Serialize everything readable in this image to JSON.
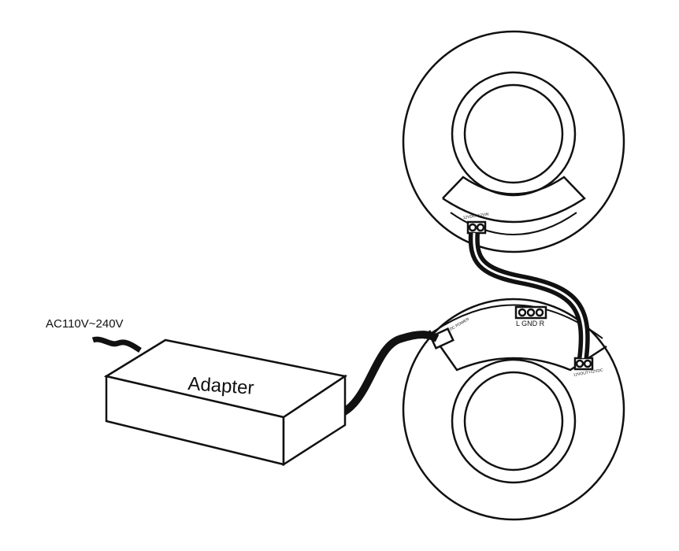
{
  "input_label": "AC110V~240V",
  "adapter_label": "Adapter",
  "top_terminal_label": "12VDC+12VIN",
  "bottom_terminal_power_label": "DC POWER",
  "bottom_terminal_out_label": "12VOUT+12VDC",
  "bottom_terminal_signal_label": "L GND R",
  "colors": {
    "line": "#111111",
    "background": "#ffffff"
  }
}
